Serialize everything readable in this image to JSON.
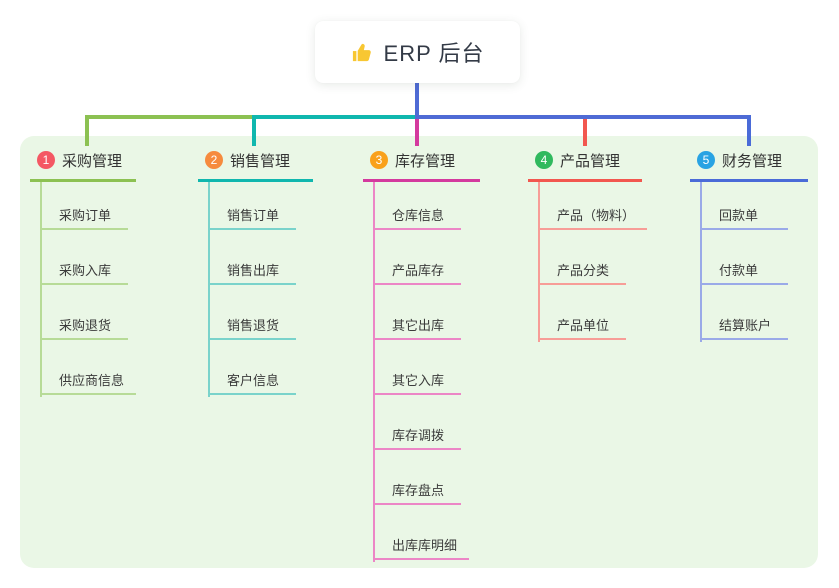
{
  "root": {
    "title": "ERP 后台",
    "icon": "thumbs-up-icon"
  },
  "colors": {
    "background": "#ffffff",
    "panel": "#eaf7e6",
    "stem_blue": "#4f6bd5",
    "icon_yellow": "#f8c732",
    "title_text": "#333a46",
    "item_text": "#3b3b3b"
  },
  "branches": [
    {
      "number": "1",
      "title": "采购管理",
      "badge_color": "#f45864",
      "accent": "#8cc152",
      "accent_light": "#b7db97",
      "items": [
        "采购订单",
        "采购入库",
        "采购退货",
        "供应商信息"
      ]
    },
    {
      "number": "2",
      "title": "销售管理",
      "badge_color": "#f68b3e",
      "accent": "#10b7ae",
      "accent_light": "#7ad3cb",
      "items": [
        "销售订单",
        "销售出库",
        "销售退货",
        "客户信息"
      ]
    },
    {
      "number": "3",
      "title": "库存管理",
      "badge_color": "#f9a11b",
      "accent": "#d43a9e",
      "accent_light": "#ec86c6",
      "items": [
        "仓库信息",
        "产品库存",
        "其它出库",
        "其它入库",
        "库存调拨",
        "库存盘点",
        "出库库明细"
      ]
    },
    {
      "number": "4",
      "title": "产品管理",
      "badge_color": "#30b95e",
      "accent": "#f2574f",
      "accent_light": "#f79d97",
      "items": [
        "产品（物料）",
        "产品分类",
        "产品单位"
      ]
    },
    {
      "number": "5",
      "title": "财务管理",
      "badge_color": "#29a3e3",
      "accent": "#4a6bd8",
      "accent_light": "#9aaae8",
      "items": [
        "回款单",
        "付款单",
        "结算账户"
      ]
    }
  ]
}
